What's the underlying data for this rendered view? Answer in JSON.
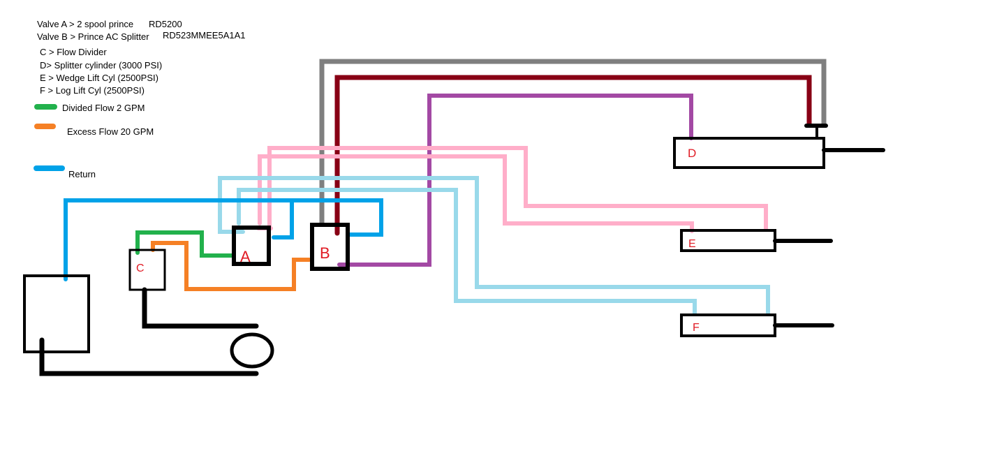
{
  "legend": {
    "valve_a_label": "Valve A > 2 spool prince",
    "valve_a_part": "RD5200",
    "valve_b_label": "Valve B > Prince AC Splitter",
    "valve_b_part": "RD523MMEE5A1A1",
    "c_desc": "C >  Flow Divider",
    "d_desc": "D> Splitter cylinder (3000 PSI)",
    "e_desc": "E > Wedge Lift Cyl (2500PSI)",
    "f_desc": "F > Log Lift Cyl (2500PSI)",
    "divided_flow": "Divided Flow 2 GPM",
    "excess_flow": "Excess Flow 20 GPM",
    "return": "Return"
  },
  "components": {
    "a": "A",
    "b": "B",
    "c": "C",
    "d": "D",
    "e": "E",
    "f": "F"
  },
  "colors": {
    "divided_flow": "#22b14c",
    "excess_flow": "#f58025",
    "return": "#00a2e8",
    "line_light_blue": "#99d9ea",
    "line_pink": "#ffaec9",
    "line_gray": "#7f7f7f",
    "line_dark_red": "#880015",
    "line_purple": "#a349a4",
    "outline": "#000000",
    "label": "#e01b24"
  }
}
